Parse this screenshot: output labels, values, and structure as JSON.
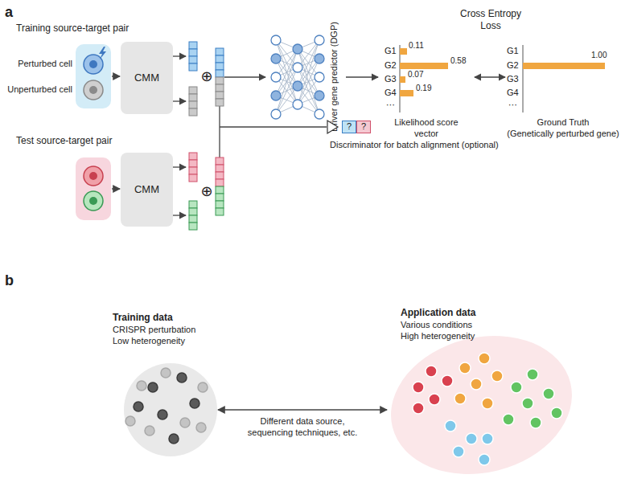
{
  "diagram": {
    "nodes": [
      {
        "text": [
          "Training source-target pair"
        ]
      },
      {
        "text": [
          "CMM"
        ]
      },
      {
        "text": [
          "Test source-target pair"
        ]
      },
      {
        "text": [
          "CMM"
        ]
      },
      {
        "text": [
          "Driver gene predictor (DGP)"
        ]
      },
      {
        "text": [
          "?",
          "?",
          "Discriminator for batch alignment (optional)"
        ]
      },
      {
        "text": [
          "Training data",
          "CRISPR perturbation Low heterogeneity"
        ]
      },
      {
        "text": [
          "Application data",
          "Various conditions High heterogeneity"
        ]
      }
    ],
    "edges": [
      {
        "from": 0,
        "to": 1,
        "arrow": "to"
      },
      {
        "from": 2,
        "to": 3,
        "arrow": "to"
      },
      {
        "from": 6,
        "to": 7,
        "arrow": "both",
        "label": "Different data source, sequencing techniques, etc."
      }
    ],
    "labels": [
      "a",
      "Perturbed cell",
      "Unperturbed cell",
      "⊕",
      "Cross Entropy Loss",
      "G1",
      "0.11",
      "G2",
      "0.58",
      "G3",
      "0.07",
      "G4",
      "0.19",
      "⋯",
      "Likelihood score vector",
      "G1",
      "G2",
      "1.00",
      "G3",
      "G4",
      "⋯",
      "Ground Truth",
      "(Genetically perturbed gene)",
      "⊕",
      "b"
    ]
  }
}
